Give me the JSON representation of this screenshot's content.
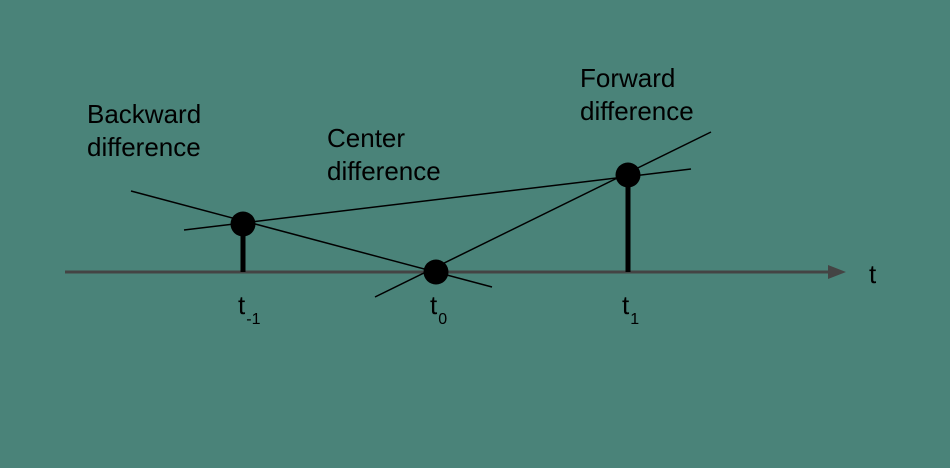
{
  "colors": {
    "background": "#4a8379",
    "axis": "#444444",
    "lines": "#000000"
  },
  "labels": {
    "backward": [
      "Backward",
      "difference"
    ],
    "center": [
      "Center",
      "difference"
    ],
    "forward": [
      "Forward",
      "difference"
    ]
  },
  "axis": {
    "label": "t",
    "ticks": [
      {
        "base": "t",
        "sub": "-1"
      },
      {
        "base": "t",
        "sub": "0"
      },
      {
        "base": "t",
        "sub": "1"
      }
    ]
  }
}
